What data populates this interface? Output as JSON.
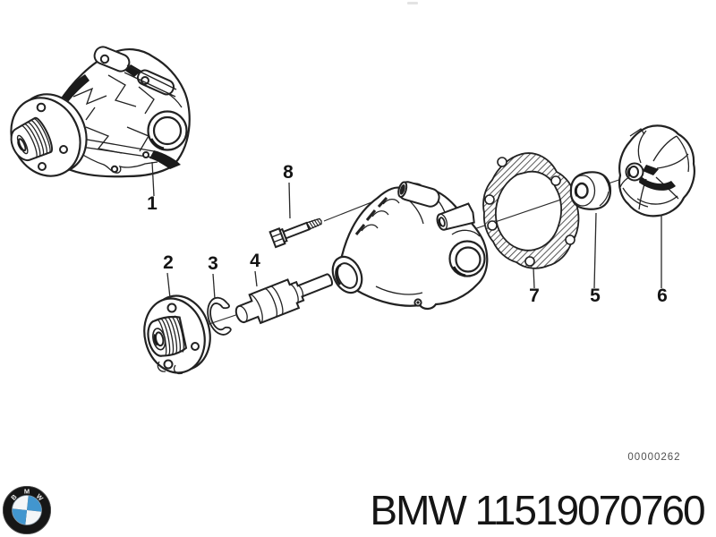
{
  "diagram": {
    "callouts": [
      "1",
      "2",
      "3",
      "4",
      "5",
      "6",
      "7",
      "8"
    ],
    "watermark": "00000262"
  },
  "footer": {
    "logo_letters": [
      "B",
      "M",
      "W"
    ],
    "part_label": "BMW 11519070760"
  },
  "colors": {
    "bmw_blue": "#4296cf",
    "line": "#222222",
    "watermark_gray": "#4f4f4f"
  }
}
